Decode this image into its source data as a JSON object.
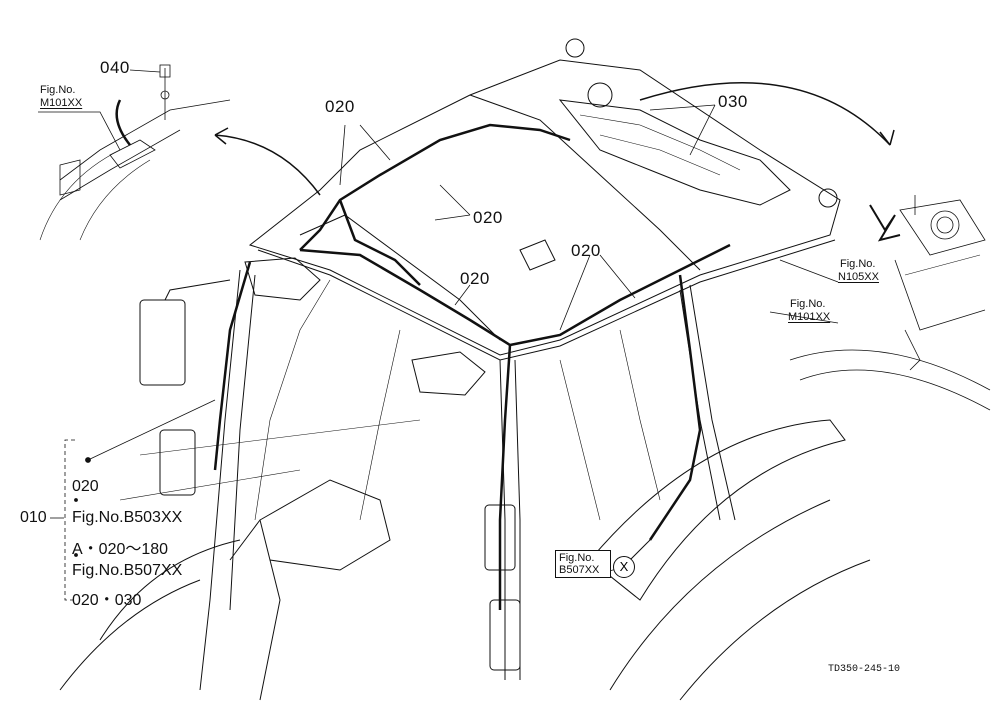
{
  "callouts": {
    "c040": "040",
    "c030": "030",
    "c020_top": "020",
    "c020_mid": "020",
    "c020_center": "020",
    "c020_right": "020"
  },
  "refs": {
    "topleft_fig": "Fig.No.",
    "topleft_code": "M101XX",
    "right1_fig": "Fig.No.",
    "right1_code": "N105XX",
    "right2_fig": "Fig.No.",
    "right2_code": "M101XX",
    "bottom_fig": "Fig.No.",
    "bottom_code": "B507XX",
    "bottom_circle": "X"
  },
  "legend": {
    "main": "010",
    "line1": "020",
    "line2": "Fig.No.B503XX",
    "line3": "A・020～180",
    "line4": "Fig.No.B507XX",
    "line5": "020・030"
  },
  "drawing_code": "TD350-245-10",
  "colors": {
    "ink": "#111111",
    "paper": "#ffffff"
  }
}
